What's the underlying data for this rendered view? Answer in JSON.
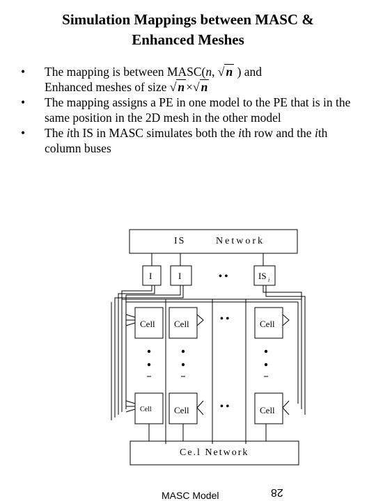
{
  "slide": {
    "title_line1": "Simulation Mappings between MASC &",
    "title_line2": "Enhanced Meshes",
    "bullet_symbol": "•",
    "bullets": {
      "b1_part1": "The mapping is between MASC(",
      "b1_n": "n",
      "b1_comma": ",",
      "b1_sqrt_n": "n",
      "b1_part2": ") and",
      "b1_part3": "Enhanced meshes of size",
      "b1_size_a": "n",
      "b1_times": "×",
      "b1_size_b": "n",
      "b2": "The mapping assigns a PE in one model to the PE that is in the same position in the 2D mesh in the other model",
      "b3_part1": "The ",
      "b3_i1": "i",
      "b3_part2": "th IS in MASC simulates both the ",
      "b3_i2": "i",
      "b3_part3": "th row and the ",
      "b3_i3": "i",
      "b3_part4": "th column buses"
    }
  },
  "diagram": {
    "is_network_label_a": "IS",
    "is_network_label_b": "Network",
    "is_box1": "I",
    "is_box2": "I",
    "is_box3": "IS",
    "is_box3_sub": "i",
    "cell_label": "Cell",
    "cell_label_small": "Cell",
    "cell_network_label": "Ce.l Network",
    "ellipsis_h": "• •",
    "ellipsis_v": "•"
  },
  "footer": {
    "left_text": "MASC Model",
    "page_number": "28"
  }
}
